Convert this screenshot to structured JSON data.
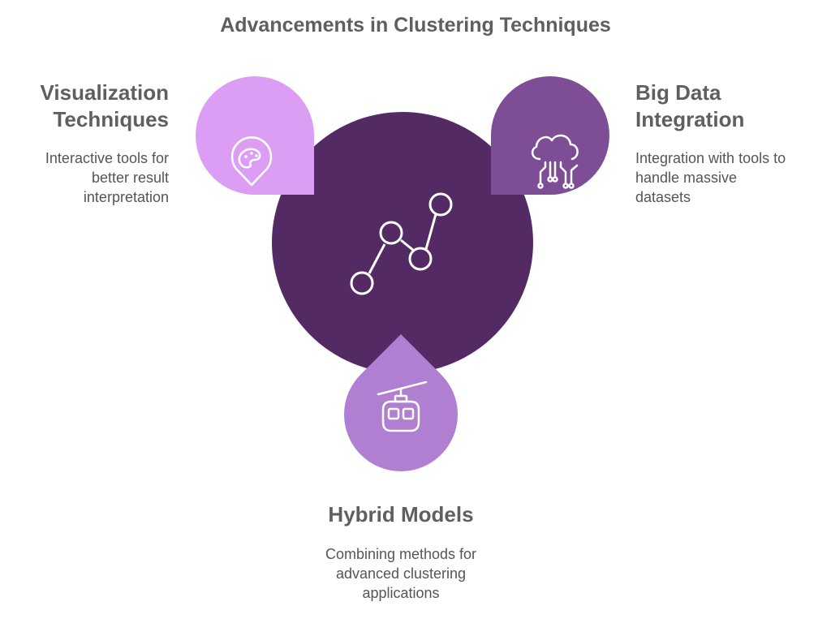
{
  "title": "Advancements in Clustering Techniques",
  "colors": {
    "center": "#532a63",
    "visualization": "#dc9ef5",
    "big_data": "#7d4e96",
    "hybrid": "#b07fd2",
    "text_heading": "#5f5f5f",
    "text_body": "#555555"
  },
  "center_icon": "line-graph-icon",
  "items": [
    {
      "id": "visualization",
      "heading": "Visualization\nTechniques",
      "description": "Interactive tools for\nbetter result\ninterpretation",
      "icon": "palette-icon"
    },
    {
      "id": "big_data",
      "heading": "Big Data\nIntegration",
      "description": "Integration with tools to\nhandle massive\ndatasets",
      "icon": "cloud-circuit-icon"
    },
    {
      "id": "hybrid",
      "heading": "Hybrid Models",
      "description": "Combining methods for\nadvanced clustering\napplications",
      "icon": "cable-car-icon"
    }
  ]
}
